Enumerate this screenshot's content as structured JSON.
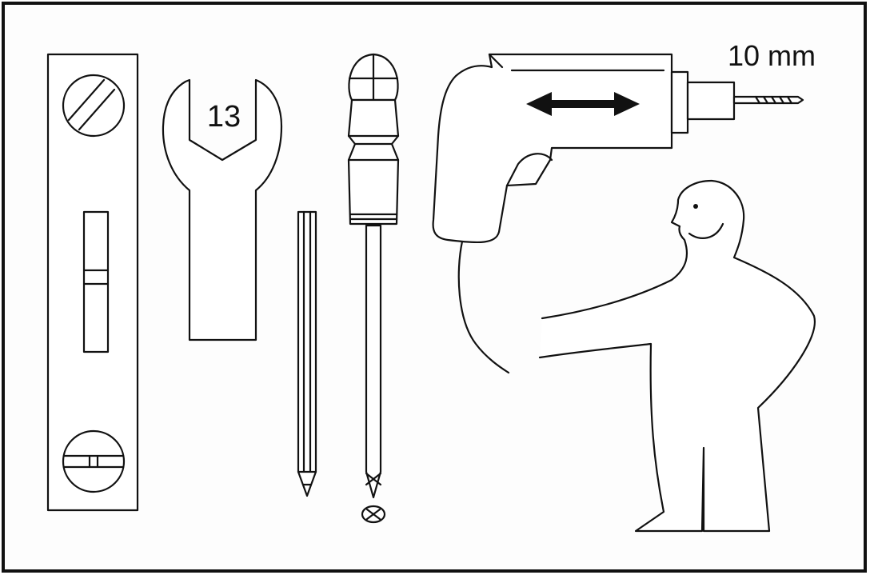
{
  "diagram": {
    "wrench_size_label": "13",
    "drill_bit_label": "10 mm",
    "tools": [
      "spirit-level",
      "wrench",
      "pencil",
      "phillips-screwdriver",
      "power-drill"
    ],
    "colors": {
      "line": "#111111",
      "background": "#ffffff",
      "frame_background": "#fdfdfd"
    }
  }
}
